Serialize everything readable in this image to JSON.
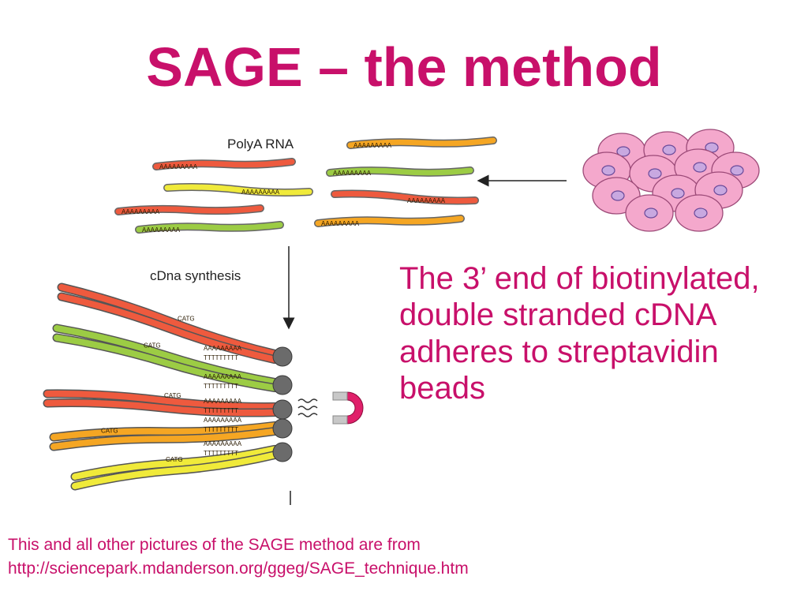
{
  "slide": {
    "title": "SAGE – the method",
    "caption": "The 3’ end of biotinylated, double stranded cDNA adheres to streptavidin beads",
    "footer_line1": "This and all other pictures of the SAGE method are from",
    "footer_line2": "http://sciencepark.mdanderson.org/ggeg/SAGE_technique.htm"
  },
  "diagram": {
    "label_polya": "PolyA RNA",
    "label_cdna": "cDna synthesis",
    "polya_tail": "AAAAAAAAA",
    "poly_t": "TTTTTTTTT",
    "catg": "CATG",
    "colors": {
      "red": "#ee5a3e",
      "green": "#9ccc44",
      "yellow": "#f0ea3a",
      "orange": "#f5a623",
      "cell_fill": "#f4a8cc",
      "cell_nucleus": "#c8a8e0",
      "bead": "#6b6b6b",
      "magnet": "#e0206a",
      "title": "#c8106a"
    }
  }
}
